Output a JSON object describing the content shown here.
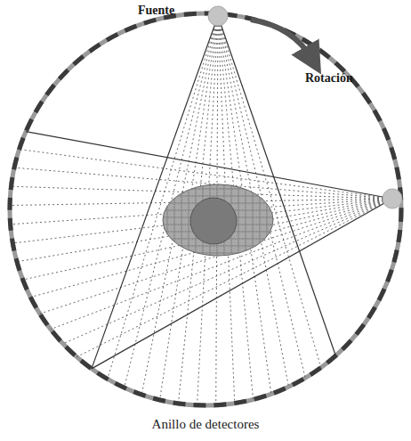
{
  "diagram": {
    "labels": [
      "Fuente",
      "Rotación",
      "Anillo de detectores"
    ]
  }
}
